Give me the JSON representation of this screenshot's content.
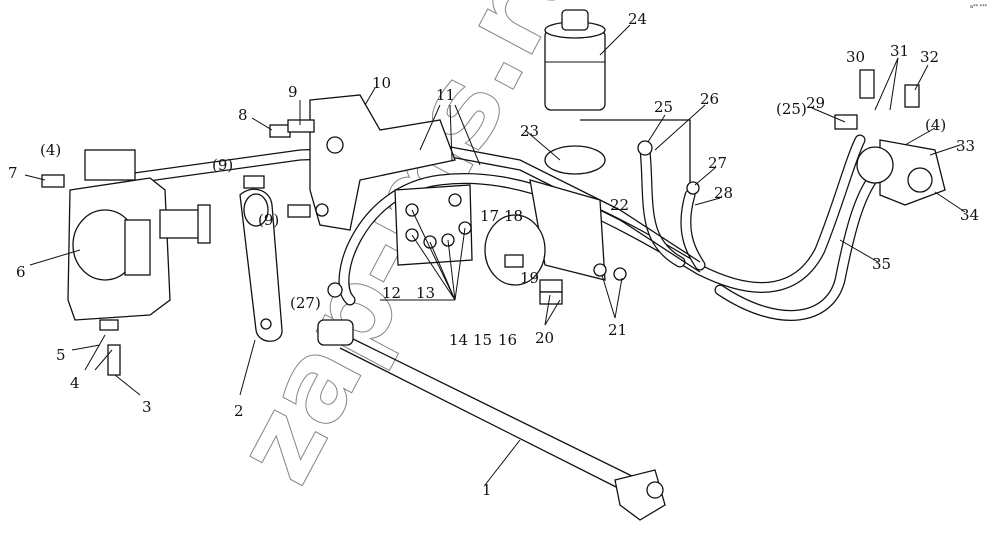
{
  "diagram": {
    "watermark": "zap-ms.ru",
    "corner_mark": "a** ***",
    "labels": {
      "l1": "1",
      "l2": "2",
      "l3": "3",
      "l4a": "4",
      "l4b": "(4)",
      "l4c": "(4)",
      "l5": "5",
      "l6": "6",
      "l7": "7",
      "l8": "8",
      "l9a": "9",
      "l9b": "(9)",
      "l9c": "(9)",
      "l10": "10",
      "l11": "11",
      "l12": "12",
      "l13": "13",
      "l14": "14",
      "l15": "15",
      "l16": "16",
      "l17": "17",
      "l18": "18",
      "l19": "19",
      "l20": "20",
      "l21": "21",
      "l22": "22",
      "l23": "23",
      "l24": "24",
      "l25": "25",
      "l25b": "(25)",
      "l26": "26",
      "l27": "27",
      "l27b": "(27)",
      "l28": "28",
      "l29": "29",
      "l30": "30",
      "l31": "31",
      "l32": "32",
      "l33": "33",
      "l34": "34",
      "l35": "35"
    }
  }
}
